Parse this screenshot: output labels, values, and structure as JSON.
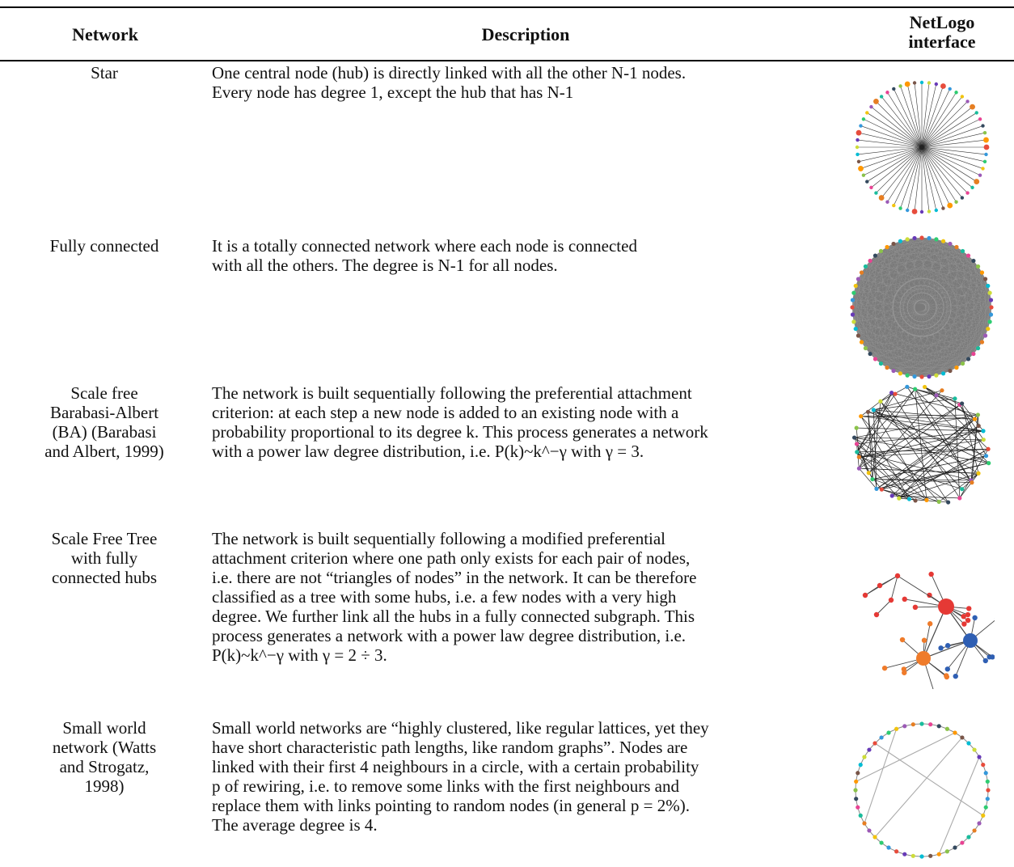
{
  "header": {
    "col1": "Network",
    "col2": "Description",
    "col3": [
      "NetLogo",
      "interface"
    ]
  },
  "rows": [
    {
      "name": [
        "Star"
      ],
      "description": [
        "One central node (hub) is directly linked with all the other N-1 nodes.",
        "Every node has degree 1, except the hub that has N-1"
      ],
      "figure_icon": "star-network-icon"
    },
    {
      "name": [
        "Fully connected"
      ],
      "description": [
        "It is a totally connected network where each node is connected",
        "with all the others. The degree is N-1 for all nodes."
      ],
      "figure_icon": "fully-connected-network-icon"
    },
    {
      "name": [
        "Scale free",
        "Barabasi-Albert",
        "(BA) (Barabasi",
        "and Albert, 1999)"
      ],
      "description": [
        "The network is built sequentially following the preferential attachment",
        "criterion: at each step a new node is added to an existing node with a",
        "probability proportional to its degree k. This process generates a network",
        "with a power law degree distribution, i.e. P(k)~k^−γ with γ = 3."
      ],
      "figure_icon": "scale-free-ba-network-icon"
    },
    {
      "name": [
        "Scale Free Tree",
        "with fully",
        "connected hubs"
      ],
      "description": [
        "The network is built sequentially following a modified preferential",
        "attachment criterion where one path only exists for each pair of nodes,",
        "i.e. there are not “triangles of nodes” in the network. It can be therefore",
        "classified as a tree with some hubs, i.e. a few nodes with a very high",
        "degree. We further link all the hubs in a fully connected subgraph. This",
        "process generates a network with a power law degree distribution, i.e.",
        "P(k)~k^−γ with γ = 2 ÷ 3."
      ],
      "figure_icon": "scale-free-tree-network-icon"
    },
    {
      "name": [
        "Small world",
        "network (Watts",
        "and Strogatz,",
        "1998)"
      ],
      "description": [
        "Small world networks are “highly clustered, like regular lattices, yet they",
        "have short characteristic path lengths, like random graphs”. Nodes are",
        "linked with their first 4 neighbours in a circle, with a certain probability",
        "p of rewiring, i.e. to remove some links with the first neighbours and",
        "replace them with links pointing to random nodes (in general p = 2%).",
        "The average degree is 4."
      ],
      "figure_icon": "small-world-network-icon"
    }
  ]
}
